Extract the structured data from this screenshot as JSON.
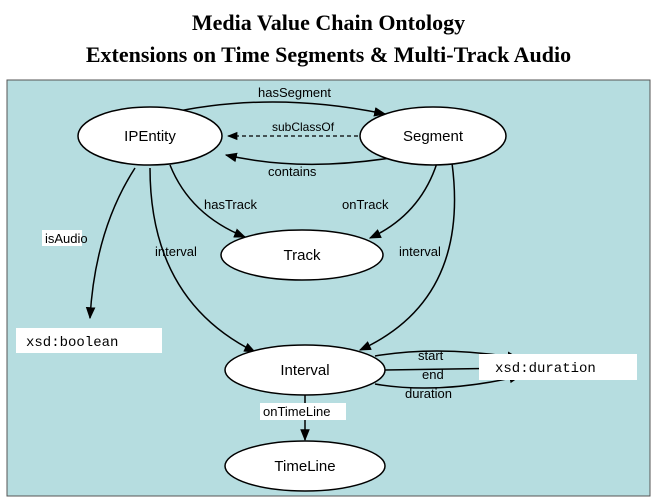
{
  "title": {
    "line1": "Media Value Chain Ontology",
    "line2": "Extensions on Time Segments & Multi-Track Audio"
  },
  "nodes": {
    "ipentity": "IPEntity",
    "segment": "Segment",
    "track": "Track",
    "interval": "Interval",
    "timeline": "TimeLine"
  },
  "datatypes": {
    "boolean": "xsd:boolean",
    "duration": "xsd:duration"
  },
  "edges": {
    "hasSegment": "hasSegment",
    "subClassOf": "subClassOf",
    "contains": "contains",
    "hasTrack": "hasTrack",
    "onTrack": "onTrack",
    "isAudio": "isAudio",
    "interval_left": "interval",
    "interval_right": "interval",
    "start": "start",
    "end": "end",
    "duration": "duration",
    "onTimeLine": "onTimeLine"
  },
  "colors": {
    "panel": "#b6dde0",
    "node_fill": "#ffffff",
    "stroke": "#000000"
  }
}
